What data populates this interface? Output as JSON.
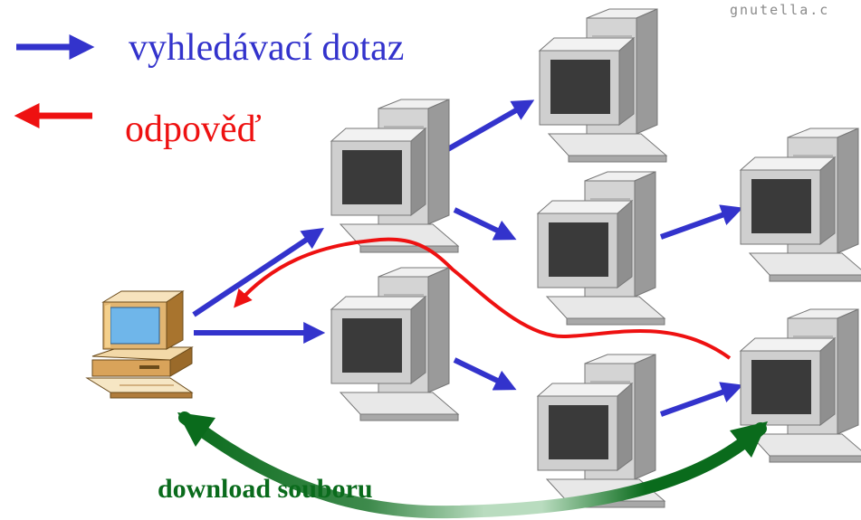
{
  "watermark": "gnutella.c",
  "legend": {
    "query_label": "vyhledávací dotaz",
    "reply_label": "odpověď"
  },
  "download_label": "download souboru",
  "colors": {
    "query": "#3333cc",
    "reply": "#ee1111",
    "download": "#0a6b1c",
    "download_fade": "#8fc49a"
  },
  "icons": {
    "client": "desktop-pc-color-icon",
    "peer": "desktop-pc-gray-icon"
  },
  "peers": [
    "peer-a",
    "peer-b",
    "peer-c",
    "peer-d",
    "peer-e",
    "peer-f",
    "peer-g"
  ]
}
